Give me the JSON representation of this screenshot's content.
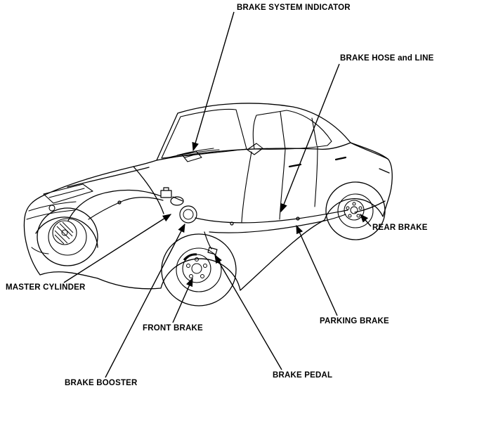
{
  "labels": [
    {
      "id": "brake-system-indicator",
      "text": "BRAKE SYSTEM INDICATOR"
    },
    {
      "id": "brake-hose-and-line",
      "text": "BRAKE HOSE and LINE"
    },
    {
      "id": "rear-brake",
      "text": "REAR BRAKE"
    },
    {
      "id": "master-cylinder",
      "text": "MASTER CYLINDER"
    },
    {
      "id": "front-brake",
      "text": "FRONT BRAKE"
    },
    {
      "id": "parking-brake",
      "text": "PARKING BRAKE"
    },
    {
      "id": "brake-pedal",
      "text": "BRAKE PEDAL"
    },
    {
      "id": "brake-booster",
      "text": "BRAKE BOOSTER"
    }
  ],
  "colors": {
    "line": "#000000",
    "background": "#ffffff"
  }
}
